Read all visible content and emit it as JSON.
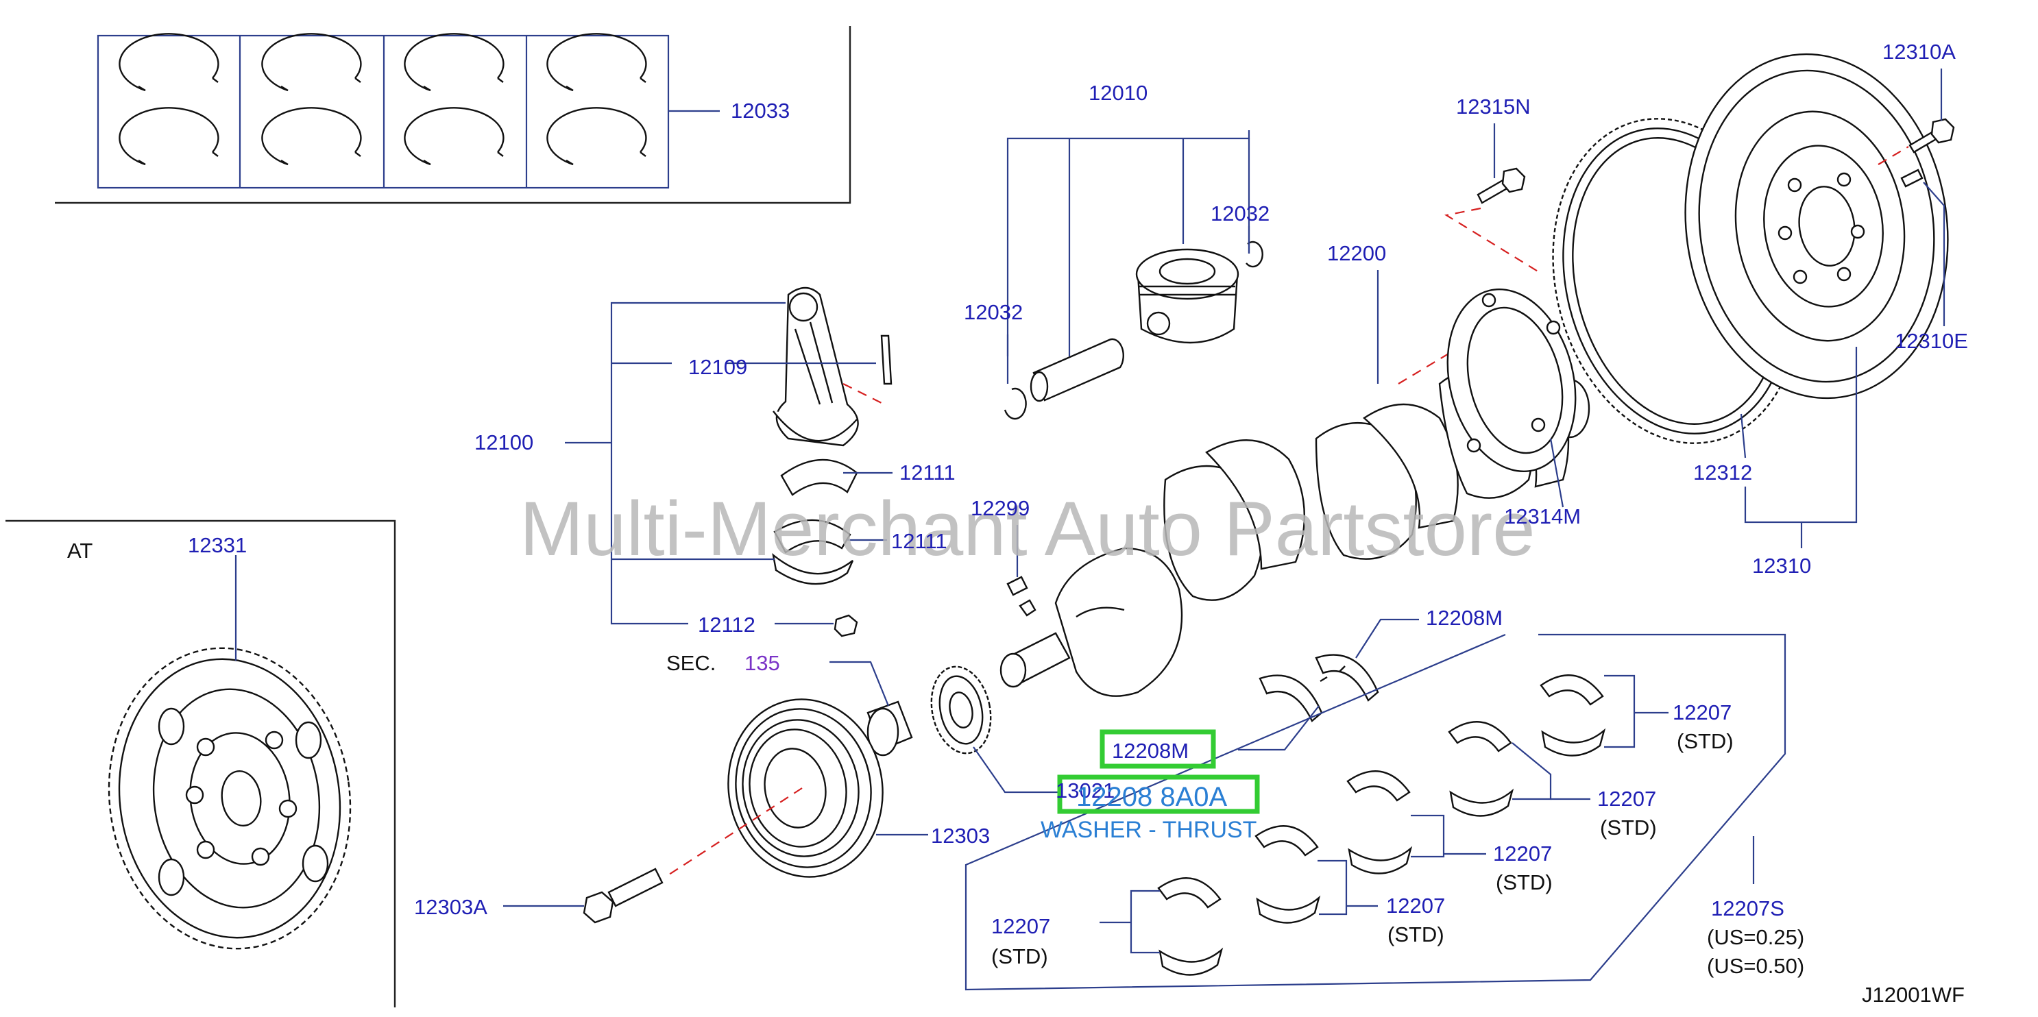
{
  "diagram": {
    "watermark": "Multi-Merchant Auto Partstore",
    "code": "J12001WF",
    "inset_label": "AT",
    "sec_label": "SEC.",
    "sec_ref": "135",
    "highlight": {
      "label": "12208M",
      "part_number": "12208 8A0A",
      "description": "WASHER - THRUST"
    },
    "callouts": {
      "p12033": "12033",
      "p12010": "12010",
      "p12032a": "12032",
      "p12032b": "12032",
      "p12315N": "12315N",
      "p12310A": "12310A",
      "p12310E": "12310E",
      "p12200": "12200",
      "p12109": "12109",
      "p12100": "12100",
      "p12111a": "12111",
      "p12111b": "12111",
      "p12299": "12299",
      "p12331": "12331",
      "p12112": "12112",
      "p12314M": "12314M",
      "p12312": "12312",
      "p12310": "12310",
      "p12208M_top": "12208M",
      "p13021": "13021",
      "p12303": "12303",
      "p12303A": "12303A",
      "p12207a": "12207",
      "p12207b": "12207",
      "p12207c": "12207",
      "p12207d": "12207",
      "p12207e": "12207",
      "p12207S": "12207S",
      "std_a": "(STD)",
      "std_b": "(STD)",
      "std_c": "(STD)",
      "std_d": "(STD)",
      "std_e": "(STD)",
      "us025": "(US=0.25)",
      "us050": "(US=0.50)"
    }
  }
}
